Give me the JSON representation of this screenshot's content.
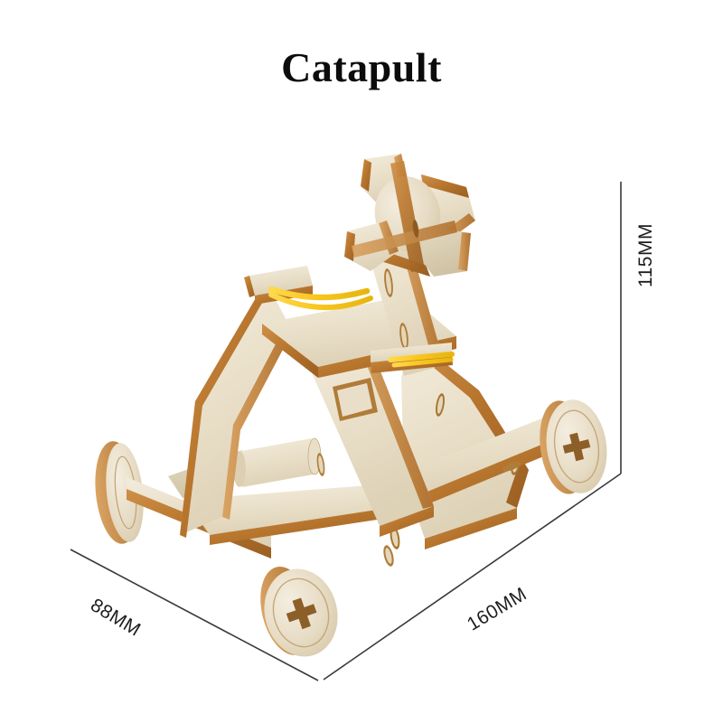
{
  "page": {
    "background_color": "#ffffff",
    "title": "Catapult"
  },
  "product": {
    "name": "Catapult",
    "type": "3D wooden puzzle model kit",
    "material_face_color": "#e9dfc8",
    "material_edge_color": "#b8762e",
    "elastic_color": "#f7c92b",
    "parts": [
      "launch-cup",
      "throwing-arm",
      "side-frame-left",
      "side-frame-right",
      "base-platform",
      "cross-beam",
      "wheel-front-right",
      "wheel-front-left",
      "wheel-rear-right",
      "wheel-rear-left",
      "rubber-band-upper",
      "rubber-band-lower"
    ]
  },
  "dimensions": {
    "line_color": "#3a3a3a",
    "height": {
      "value": "115MM",
      "axis": "vertical",
      "position": "right"
    },
    "depth": {
      "value": "88MM",
      "axis": "diagonal",
      "position": "bottom-left"
    },
    "width": {
      "value": "160MM",
      "axis": "diagonal",
      "position": "bottom-right"
    }
  }
}
